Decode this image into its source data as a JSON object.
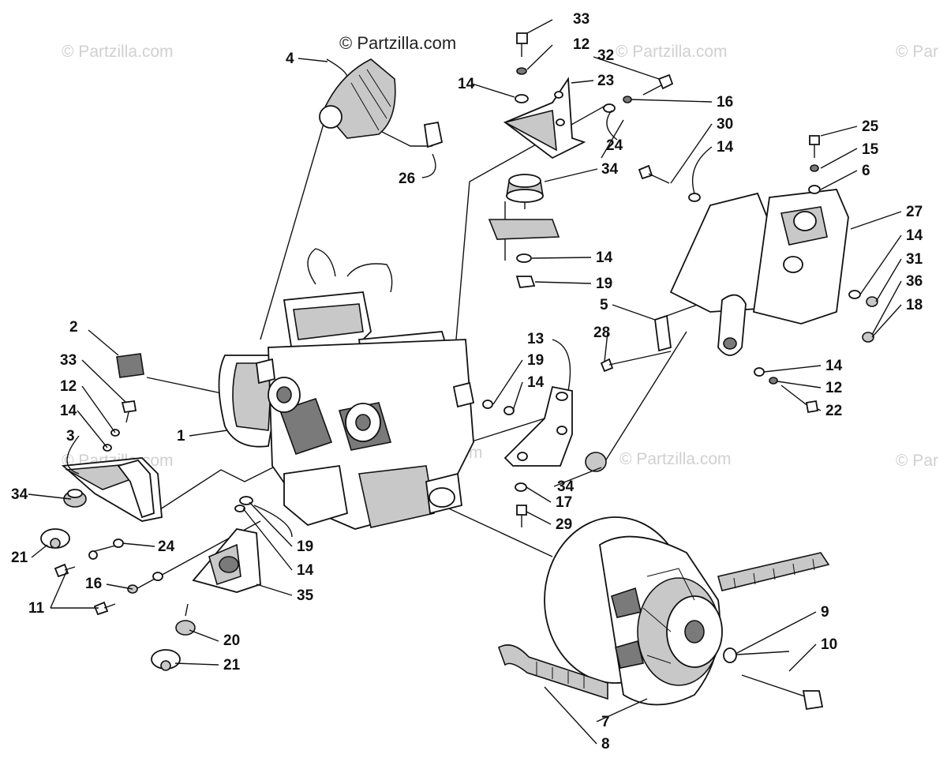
{
  "watermark": {
    "main": "© Partzilla.com",
    "faint": "© Partzilla.com",
    "faint_cut": "© Par"
  },
  "labels": {
    "l1": "1",
    "l2": "2",
    "l3": "3",
    "l4": "4",
    "l5": "5",
    "l6": "6",
    "l7": "7",
    "l8": "8",
    "l9": "9",
    "l10": "10",
    "l11": "11",
    "l12a": "12",
    "l12b": "12",
    "l12c": "12",
    "l13": "13",
    "l14a": "14",
    "l14b": "14",
    "l14c": "14",
    "l14d": "14",
    "l14e": "14",
    "l14f": "14",
    "l14g": "14",
    "l14h": "14",
    "l15": "15",
    "l16a": "16",
    "l16b": "16",
    "l17": "17",
    "l18": "18",
    "l19a": "19",
    "l19b": "19",
    "l19c": "19",
    "l20": "20",
    "l21a": "21",
    "l21b": "21",
    "l22": "22",
    "l23": "23",
    "l24a": "24",
    "l24b": "24",
    "l25": "25",
    "l26": "26",
    "l27": "27",
    "l28": "28",
    "l29": "29",
    "l30": "30",
    "l31": "31",
    "l32": "32",
    "l33a": "33",
    "l33b": "33",
    "l34a": "34",
    "l34b": "34",
    "l34c": "34",
    "l35": "35",
    "l36": "36"
  }
}
